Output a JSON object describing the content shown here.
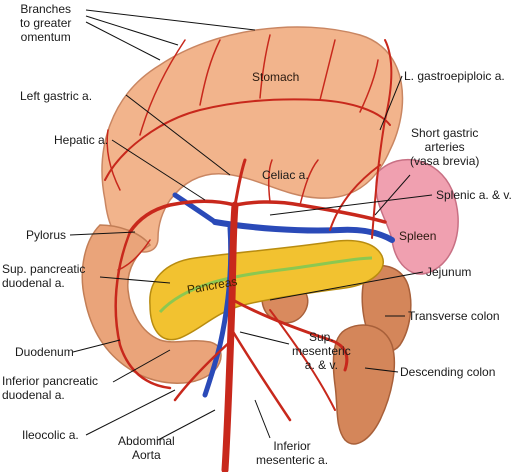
{
  "labels": {
    "branches_greater_omentum": [
      "Branches",
      "to greater",
      "omentum"
    ],
    "stomach": "Stomach",
    "left_gastric": "Left gastric a.",
    "l_gastroepiploic": "L. gastroepiploic a.",
    "hepatic": "Hepatic a.",
    "short_gastric": [
      "Short gastric",
      "arteries",
      "(vasa brevia)"
    ],
    "celiac": "Celiac a.",
    "splenic": "Splenic a. & v.",
    "spleen": "Spleen",
    "pylorus": "Pylorus",
    "pancreas": "Pancreas",
    "sup_pancreatic_duodenal": [
      "Sup. pancreatic",
      "duodenal a."
    ],
    "jejunum": "Jejunum",
    "transverse_colon": "Transverse colon",
    "duodenum": "Duodenum",
    "sup_mesenteric": [
      "Sup.",
      "mesenteric",
      "a. & v."
    ],
    "inferior_pancreatic_duodenal": [
      "Inferior pancreatic",
      "duodenal a."
    ],
    "descending_colon": "Descending colon",
    "ileocolic": "Ileocolic a.",
    "abdominal_aorta": [
      "Abdominal",
      "Aorta"
    ],
    "inferior_mesenteric": [
      "Inferior",
      "mesenteric a."
    ]
  },
  "colors": {
    "artery": "#c8281c",
    "vein": "#2a4ab8",
    "stomach": "#f2b48c",
    "duodenum": "#eaa47a",
    "pancreas": "#f2c230",
    "pancreatic_duct": "#8cc850",
    "spleen": "#f0a0b0",
    "colon": "#d4865a",
    "leader": "#111111"
  }
}
